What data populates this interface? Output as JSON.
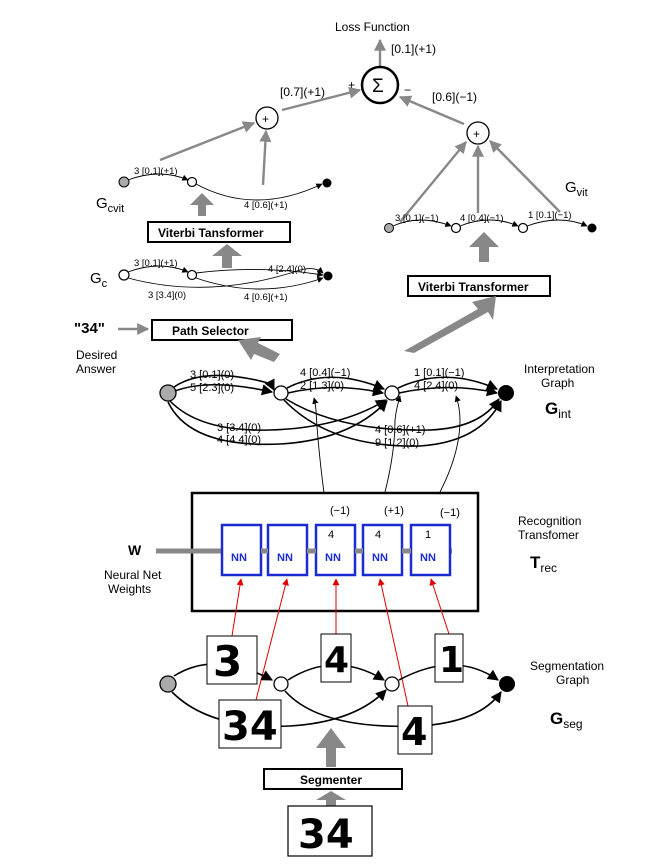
{
  "loss": {
    "title": "Loss Function",
    "value": "[0.1](+1)",
    "sigma": "Σ",
    "plus": "+",
    "minus": "−"
  },
  "top_left_weight": "[0.7](+1)",
  "top_right_weight": "[0.6](−1)",
  "plus_sign": "+",
  "gcvit": {
    "label": "G",
    "sub": "cvit",
    "e1": "3 [0.1](+1)",
    "e2": "4 [0.6](+1)"
  },
  "viterbi_left": "Viterbi Tansformer",
  "gc": {
    "label": "G",
    "sub": "c",
    "e1": "3 [0.1](+1)",
    "e2": "3 [3.4](0)",
    "e3": "4 [2.4](0)",
    "e4": "4 [0.6](+1)"
  },
  "desired": {
    "answer": "\"34\"",
    "label1": "Desired",
    "label2": "Answer"
  },
  "path_selector": "Path Selector",
  "gvit": {
    "label": "G",
    "sub": "vit",
    "e1": "3 [0.1](−1)",
    "e2": "4 [0.4](−1)",
    "e3": "1 [0.1](−1)"
  },
  "viterbi_right": "Viterbi Transformer",
  "gint": {
    "title1": "Interpretation",
    "title2": "Graph",
    "label": "G",
    "sub": "int",
    "e1": "3 [0.1](0)",
    "e2": "5 [2.3](0)",
    "e3": "4 [0.4](−1)",
    "e4": "2 [1.3](0)",
    "e5": "1 [0.1](−1)",
    "e6": "4 [2.4](0)",
    "e7": "3 [3.4](0)",
    "e8": "4 [4.4](0)",
    "e9": "4 [0.6](+1)",
    "e10": "9 [1.2](0)"
  },
  "recognition": {
    "title1": "Recognition",
    "title2": "Transfomer",
    "label": "T",
    "sub": "rec",
    "nn_label": "NN",
    "nums": [
      "",
      "",
      "4",
      "4",
      "1"
    ],
    "signs": [
      "(−1)",
      "(+1)",
      "(−1)"
    ]
  },
  "weights": {
    "w": "W",
    "line1": "Neural Net",
    "line2": "Weights"
  },
  "segmentation": {
    "title1": "Segmentation",
    "title2": "Graph",
    "label": "G",
    "sub": "seg",
    "glyphs": [
      "3",
      "4",
      "1",
      "34",
      "4"
    ]
  },
  "segmenter": "Segmenter",
  "input_image": "34"
}
